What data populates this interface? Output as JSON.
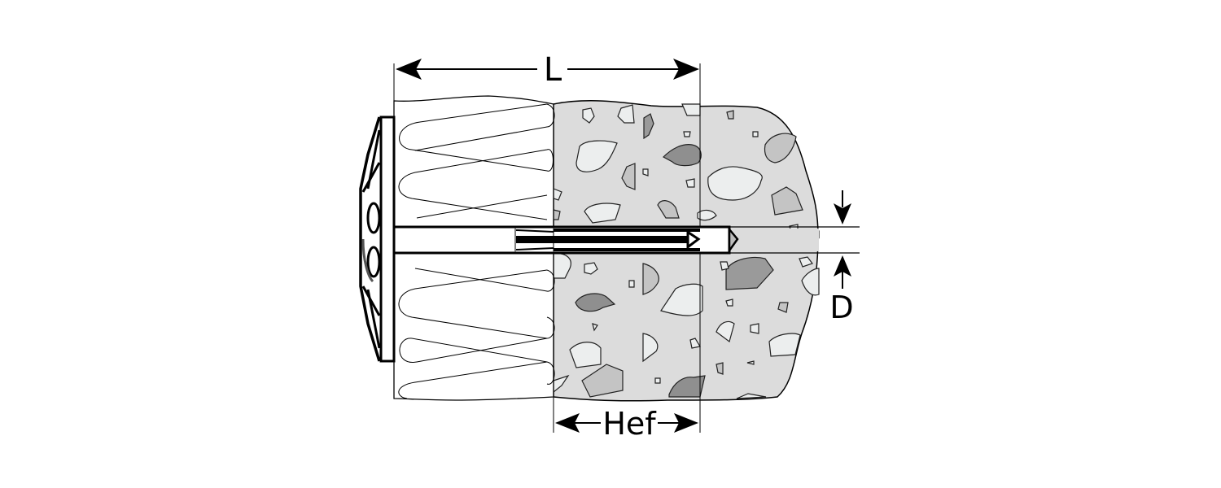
{
  "diagram": {
    "title": "Insulation dowel anchored through insulation into concrete",
    "labels": {
      "length": "L",
      "embedment_depth": "Hef",
      "diameter": "D"
    },
    "components": [
      {
        "id": "dowel-head",
        "name": "Dowel head / plate washer"
      },
      {
        "id": "insulation",
        "name": "Insulation layer"
      },
      {
        "id": "concrete",
        "name": "Concrete base"
      },
      {
        "id": "dowel-sleeve",
        "name": "Dowel sleeve"
      },
      {
        "id": "expansion-nail",
        "name": "Expansion nail"
      },
      {
        "id": "drill-hole",
        "name": "Drill hole"
      }
    ],
    "colors": {
      "line": "#000000",
      "concrete": "#dcdcdc",
      "aggregate_light": "#eceeee",
      "aggregate_mid": "#c4c4c4",
      "aggregate_dark": "#8f8f8f",
      "insulation": "#ffffff"
    }
  }
}
